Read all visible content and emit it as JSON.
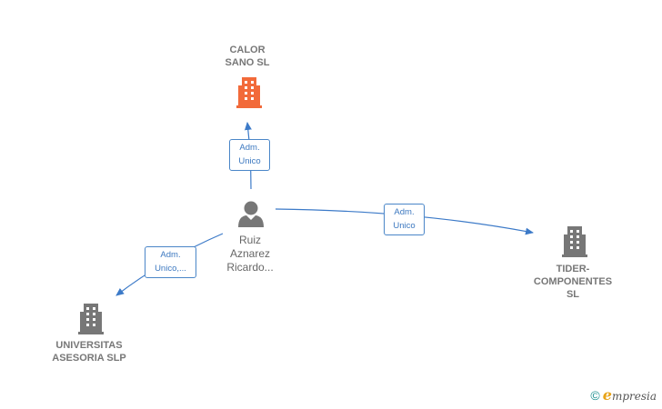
{
  "nodes": {
    "calor_sano": {
      "label": "CALOR\nSANO  SL",
      "color": "#f26a3a"
    },
    "universitas": {
      "label": "UNIVERSITAS\nASESORIA SLP",
      "color": "#777777"
    },
    "tider": {
      "label": "TIDER-\nCOMPONENTES\nSL",
      "color": "#777777"
    },
    "person": {
      "label": "Ruiz\nAznarez\nRicardo...",
      "color": "#777777"
    }
  },
  "edges": {
    "to_calor": {
      "label": "Adm.\nUnico"
    },
    "to_tider": {
      "label": "Adm.\nUnico"
    },
    "to_universitas": {
      "label": "Adm.\nUnico,..."
    }
  },
  "colors": {
    "edge": "#3c7ac8",
    "accent": "#f26a3a"
  },
  "brand": {
    "copyright": "©",
    "e": "e",
    "rest": "mpresia"
  }
}
